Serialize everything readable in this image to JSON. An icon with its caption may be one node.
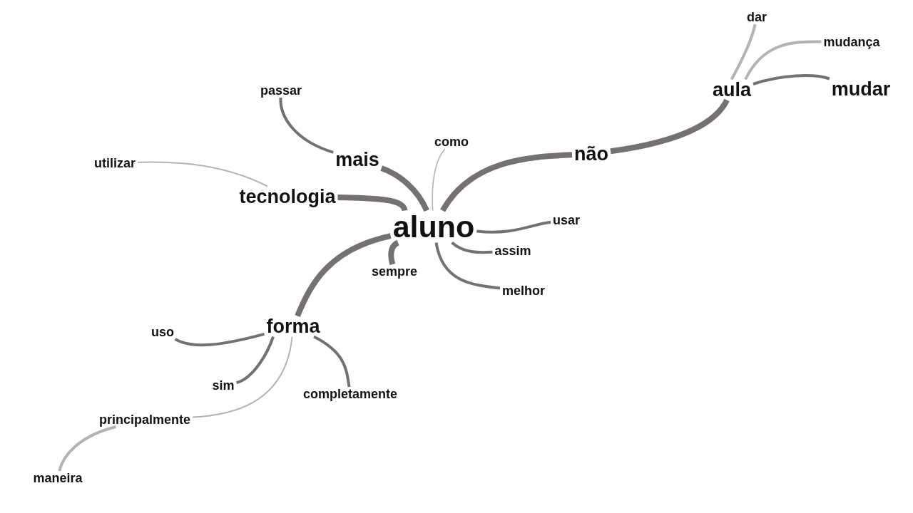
{
  "diagram": {
    "nodes": [
      {
        "text": [
          "aluno"
        ]
      },
      {
        "text": [
          "mais"
        ]
      },
      {
        "text": [
          "passar"
        ]
      },
      {
        "text": [
          "tecnologia"
        ]
      },
      {
        "text": [
          "utilizar"
        ]
      },
      {
        "text": [
          "como"
        ]
      },
      {
        "text": [
          "não"
        ]
      },
      {
        "text": [
          "aula"
        ]
      },
      {
        "text": [
          "dar"
        ]
      },
      {
        "text": [
          "mudança"
        ]
      },
      {
        "text": [
          "mudar"
        ]
      },
      {
        "text": [
          "usar"
        ]
      },
      {
        "text": [
          "assim"
        ]
      },
      {
        "text": [
          "melhor"
        ]
      },
      {
        "text": [
          "sempre"
        ]
      },
      {
        "text": [
          "forma"
        ]
      },
      {
        "text": [
          "uso"
        ]
      },
      {
        "text": [
          "sim"
        ]
      },
      {
        "text": [
          "completamente"
        ]
      },
      {
        "text": [
          "principalmente"
        ]
      },
      {
        "text": [
          "maneira"
        ]
      }
    ],
    "edges": [
      {
        "from": 0,
        "to": 1,
        "arrow": "none",
        "style": "thick"
      },
      {
        "from": 1,
        "to": 2,
        "arrow": "none"
      },
      {
        "from": 0,
        "to": 3,
        "arrow": "none",
        "style": "thick"
      },
      {
        "from": 3,
        "to": 4,
        "arrow": "none",
        "color": "#b3b3b3"
      },
      {
        "from": 0,
        "to": 5,
        "arrow": "none",
        "color": "#b3b3b3"
      },
      {
        "from": 0,
        "to": 6,
        "arrow": "none",
        "style": "thick"
      },
      {
        "from": 6,
        "to": 7,
        "arrow": "none",
        "style": "thick"
      },
      {
        "from": 7,
        "to": 8,
        "arrow": "none",
        "color": "#b3b3b3"
      },
      {
        "from": 7,
        "to": 9,
        "arrow": "none",
        "color": "#b3b3b3"
      },
      {
        "from": 7,
        "to": 10,
        "arrow": "none"
      },
      {
        "from": 0,
        "to": 11,
        "arrow": "none"
      },
      {
        "from": 0,
        "to": 12,
        "arrow": "none"
      },
      {
        "from": 0,
        "to": 13,
        "arrow": "none"
      },
      {
        "from": 0,
        "to": 14,
        "arrow": "none",
        "style": "thick"
      },
      {
        "from": 0,
        "to": 15,
        "arrow": "none",
        "style": "thick"
      },
      {
        "from": 15,
        "to": 16,
        "arrow": "none"
      },
      {
        "from": 15,
        "to": 17,
        "arrow": "none"
      },
      {
        "from": 15,
        "to": 18,
        "arrow": "none"
      },
      {
        "from": 15,
        "to": 19,
        "arrow": "none",
        "color": "#b3b3b3"
      },
      {
        "from": 19,
        "to": 20,
        "arrow": "none",
        "color": "#b3b3b3"
      }
    ]
  }
}
